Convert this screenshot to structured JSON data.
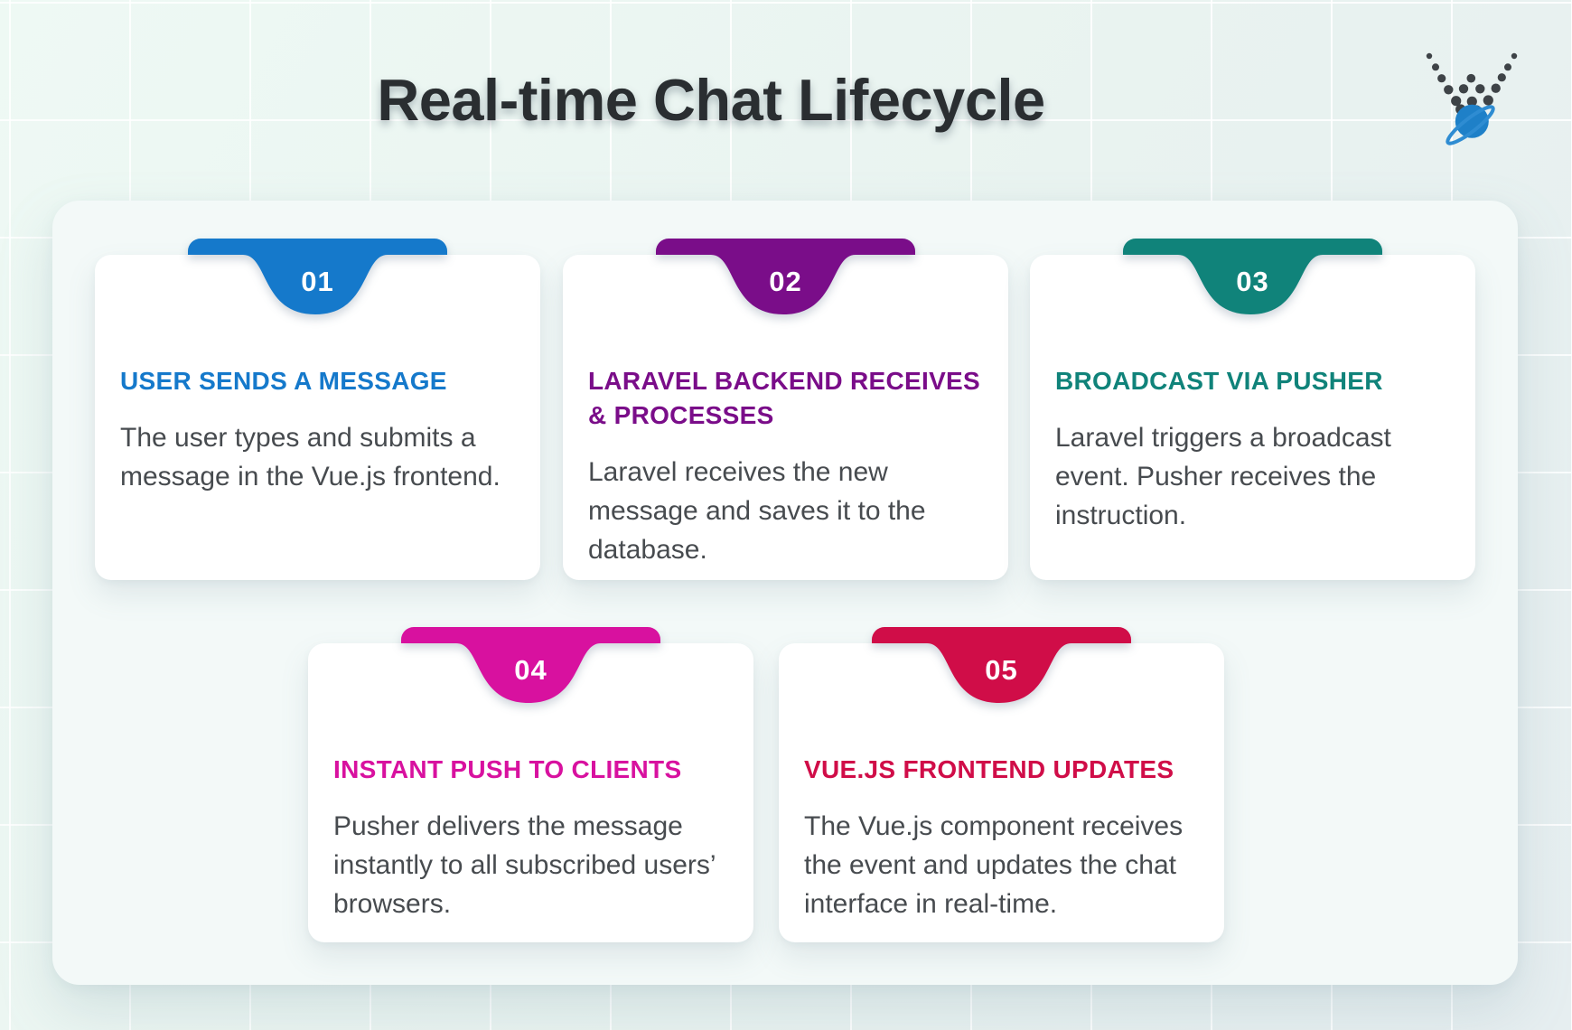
{
  "header": {
    "title": "Real-time Chat Lifecycle"
  },
  "logo": {
    "dot_color": "#3e4347",
    "planet_color": "#1e80c8",
    "ring_color": "#2e8cd2"
  },
  "steps": [
    {
      "number": "01",
      "title": "USER SENDS A MESSAGE",
      "description": "The user types and submits a message in the Vue.js frontend.",
      "color": "#1579cb"
    },
    {
      "number": "02",
      "title": "LARAVEL BACKEND RECEIVES & PROCESSES",
      "description": "Laravel receives the new message and saves it to the database.",
      "color": "#7a0d89"
    },
    {
      "number": "03",
      "title": "BROADCAST VIA PUSHER",
      "description": "Laravel triggers a broadcast event. Pusher receives the instruction.",
      "color": "#10837a"
    },
    {
      "number": "04",
      "title": "INSTANT PUSH TO CLIENTS",
      "description": "Pusher delivers the message instantly to all subscribed users’ browsers.",
      "color": "#d8119f"
    },
    {
      "number": "05",
      "title": "VUE.JS FRONTEND UPDATES",
      "description": "The Vue.js component receives the event and updates the chat interface in real-time.",
      "color": "#d00d48"
    }
  ]
}
